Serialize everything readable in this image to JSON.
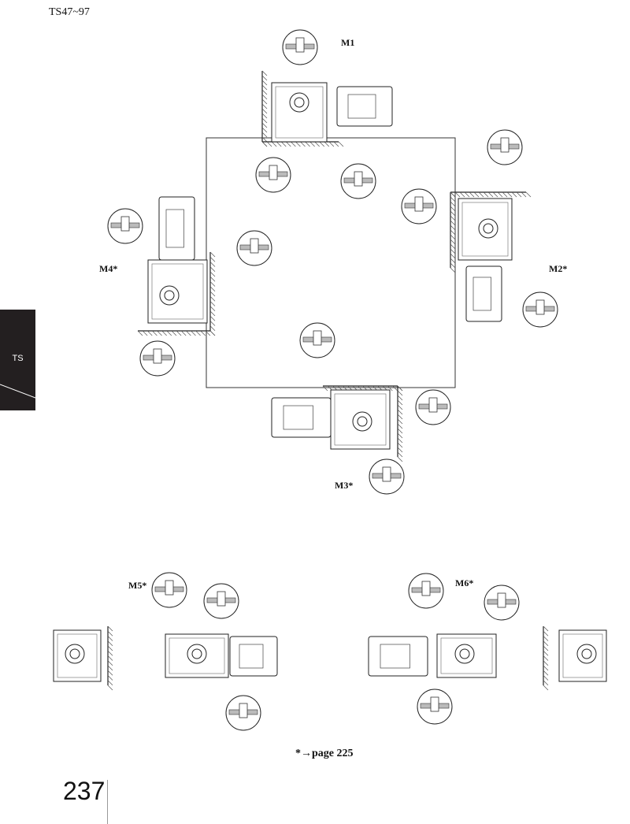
{
  "header": {
    "series": "TS47~97"
  },
  "side_tab": {
    "label": "TS"
  },
  "positions": {
    "m1": "M1",
    "m2": "M2*",
    "m3": "M3*",
    "m4": "M4*",
    "m5": "M5*",
    "m6": "M6*"
  },
  "footer": {
    "reference": "*→page 225",
    "page_number": "237"
  }
}
